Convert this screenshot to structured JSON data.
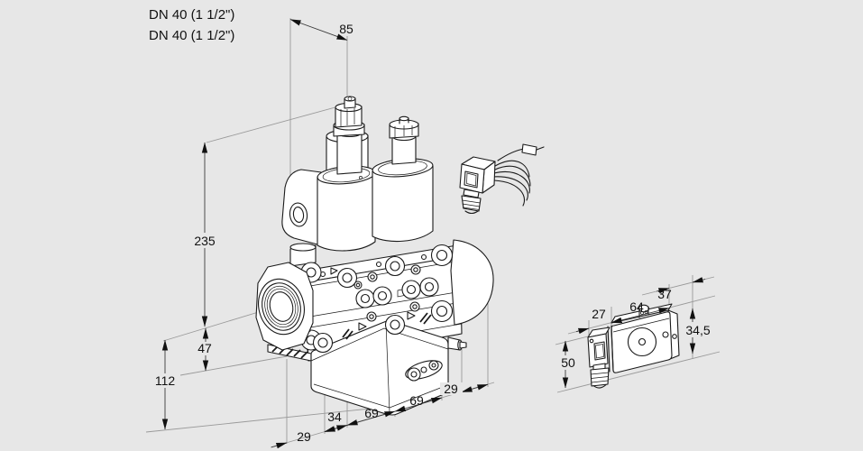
{
  "labels": {
    "dn_line1": "DN 40 (1 1/2\")",
    "dn_line2": "DN 40 (1 1/2\")"
  },
  "colors": {
    "background": "#e7e7e7",
    "drawing_line": "#1a1a1a",
    "dimension_line": "#3a3a3a",
    "text": "#111111"
  },
  "main_view": {
    "dimensions": {
      "top_width": "85",
      "body_height": "235",
      "center_to_base": "47",
      "center_to_bottom": "112",
      "front_offset": "29",
      "base_offset": "34",
      "flange_pitch_left": "69",
      "flange_pitch_right": "69",
      "right_offset": "29"
    }
  },
  "detail_view": {
    "dimensions": {
      "connector_depth": "27",
      "body_length": "64",
      "body_depth": "37",
      "body_height": "34,5",
      "overall_height": "50"
    }
  }
}
